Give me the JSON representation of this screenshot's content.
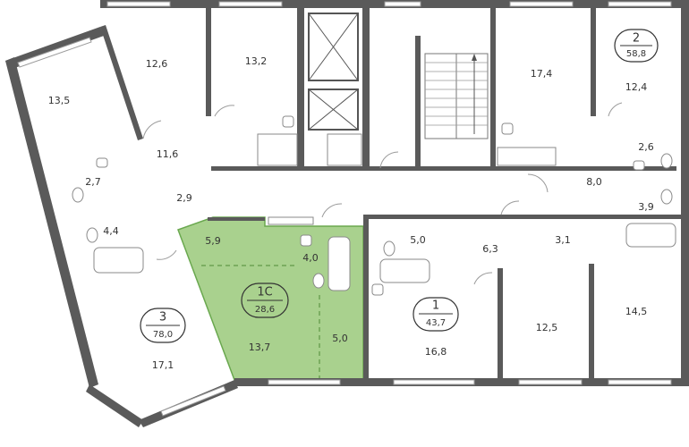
{
  "colors": {
    "highlight": "#a9d18e",
    "highlight_stroke": "#6aa84f",
    "wall": "#5a5a5a",
    "background": "#ffffff"
  },
  "rooms": {
    "r1": "13,5",
    "r2": "12,6",
    "r3": "13,2",
    "r4": "17,4",
    "r5": "12,4",
    "r6": "11,6",
    "r7": "2,7",
    "r8": "2,9",
    "r9": "4,4",
    "r10": "2,6",
    "r11": "8,0",
    "r12": "3,9",
    "r13": "5,9",
    "r14": "4,0",
    "r15": "5,0",
    "r16": "6,3",
    "r17": "3,1",
    "r18": "13,7",
    "r19": "5,0",
    "r20": "16,8",
    "r21": "12,5",
    "r22": "14,5",
    "r23": "17,1"
  },
  "apartments": {
    "a2": {
      "number": "2",
      "area": "58,8"
    },
    "a1c": {
      "number": "1С",
      "area": "28,6"
    },
    "a1": {
      "number": "1",
      "area": "43,7"
    },
    "a3": {
      "number": "3",
      "area": "78,0"
    }
  },
  "icons": [
    "elevator-icon",
    "stairs-icon",
    "bathtub-icon",
    "toilet-icon",
    "sink-icon",
    "door-icon"
  ]
}
